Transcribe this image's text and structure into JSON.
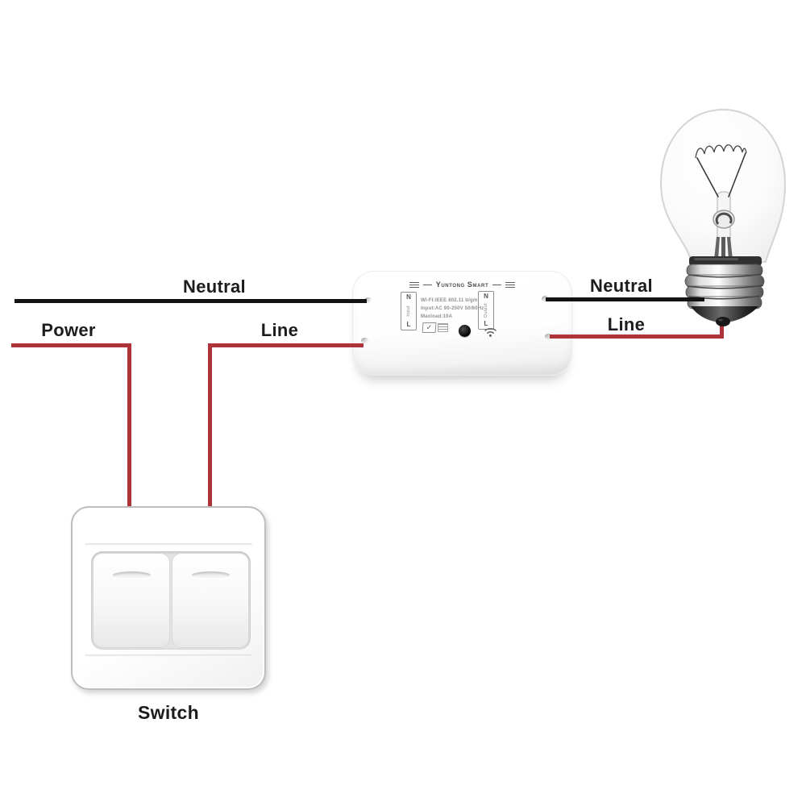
{
  "wire_labels": {
    "neutral_left": "Neutral",
    "power": "Power",
    "line_left": "Line",
    "neutral_right": "Neutral",
    "line_right": "Line"
  },
  "switch": {
    "label": "Switch"
  },
  "module": {
    "brand": "Yuntong Smart",
    "specs": [
      "WI-FI:IEEE 802.11 b/g/n",
      "Input:AC 90-250V 50/60Hz",
      "Maxload:10A"
    ],
    "input_terminal": {
      "n": "N",
      "label": "Input",
      "l": "L"
    },
    "output_terminal": {
      "n": "N",
      "label": "Output",
      "l": "L"
    }
  },
  "colors": {
    "neutral_wire": "#121212",
    "live_wire": "#ae3439",
    "label_text": "#1c1c1c"
  },
  "icons": {
    "wifi": "wifi-icon",
    "pairing_button": "pairing-button-icon",
    "cert": "cert-mark-icon"
  }
}
